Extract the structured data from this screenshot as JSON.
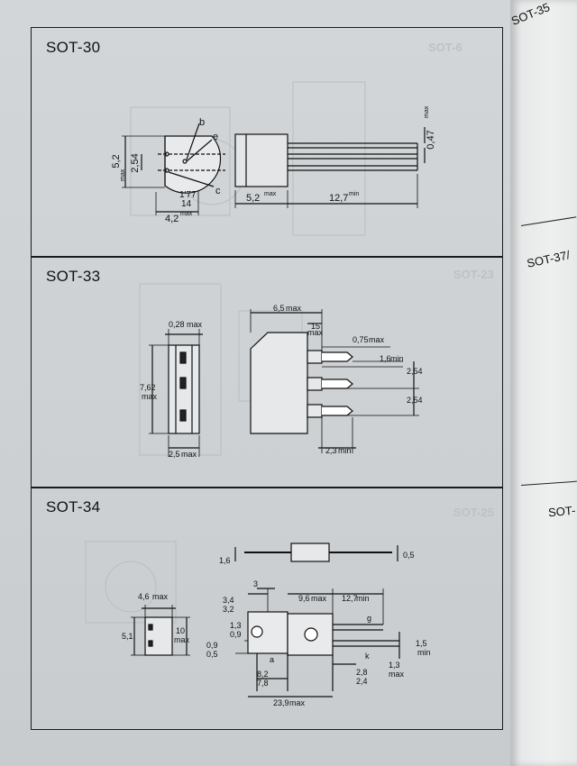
{
  "sections": [
    {
      "title": "SOT-30",
      "ghost": "SOT-6"
    },
    {
      "title": "SOT-33",
      "ghost": "SOT-23"
    },
    {
      "title": "SOT-34",
      "ghost": "SOT-25"
    }
  ],
  "sot30": {
    "dims": {
      "height": "5,2",
      "height_sub": "max",
      "pitch": "2,54",
      "width": "4,2",
      "width_sub": "max",
      "ratio_top": "1'77",
      "ratio_bottom": "14",
      "body_length": "5,2",
      "body_length_sub": "max",
      "lead_length": "12,7",
      "lead_length_sub": "min",
      "lead_thickness": "0,47",
      "lead_thickness_sub": "max"
    },
    "pins": {
      "b": "b",
      "e": "e",
      "c": "c"
    }
  },
  "sot33": {
    "dims": {
      "top_width": "0,28",
      "top_width_sub": "max",
      "height": "7,62",
      "height_sub": "max",
      "bottom_width": "2,5",
      "bottom_width_sub": "max",
      "overall": "6,5",
      "overall_sub": "max",
      "tab": "15",
      "tab_sub": "max",
      "lead_width": "0,75",
      "lead_width_sub": "max",
      "lead_len": "1,6",
      "lead_len_sub": "min",
      "pitch1": "2,54",
      "pitch2": "2,54",
      "bottom_len": "2,3",
      "bottom_len_sub": "min"
    }
  },
  "sot34": {
    "dims": {
      "lead_left": "1,6",
      "lead_right": "0,5",
      "side_width": "4,6",
      "side_width_sub": "max",
      "side_height": "5,1",
      "side_pin": "10",
      "side_pin_sub": "max",
      "hole_top_a": "3,4",
      "hole_top_b": "3,2",
      "top_gap": "3",
      "body_len": "9,6",
      "body_len_sub": "max",
      "lead_len": "12,7",
      "lead_len_sub": "min",
      "hole_a": "1,3",
      "hole_b": "0,9",
      "edge_a": "0,9",
      "edge_b": "0,5",
      "label_g": "g",
      "label_k": "k",
      "label_a": "a",
      "lead_w": "1,5",
      "lead_w_sub": "min",
      "lead_t": "1,3",
      "lead_t_sub": "max",
      "spacing_a": "8,2",
      "spacing_b": "7,8",
      "tail_a": "2,8",
      "tail_b": "2,4",
      "total": "23,9",
      "total_sub": "max"
    }
  },
  "right_page": {
    "labels": [
      "SOT-35",
      "SOT-37/",
      "SOT-"
    ]
  }
}
